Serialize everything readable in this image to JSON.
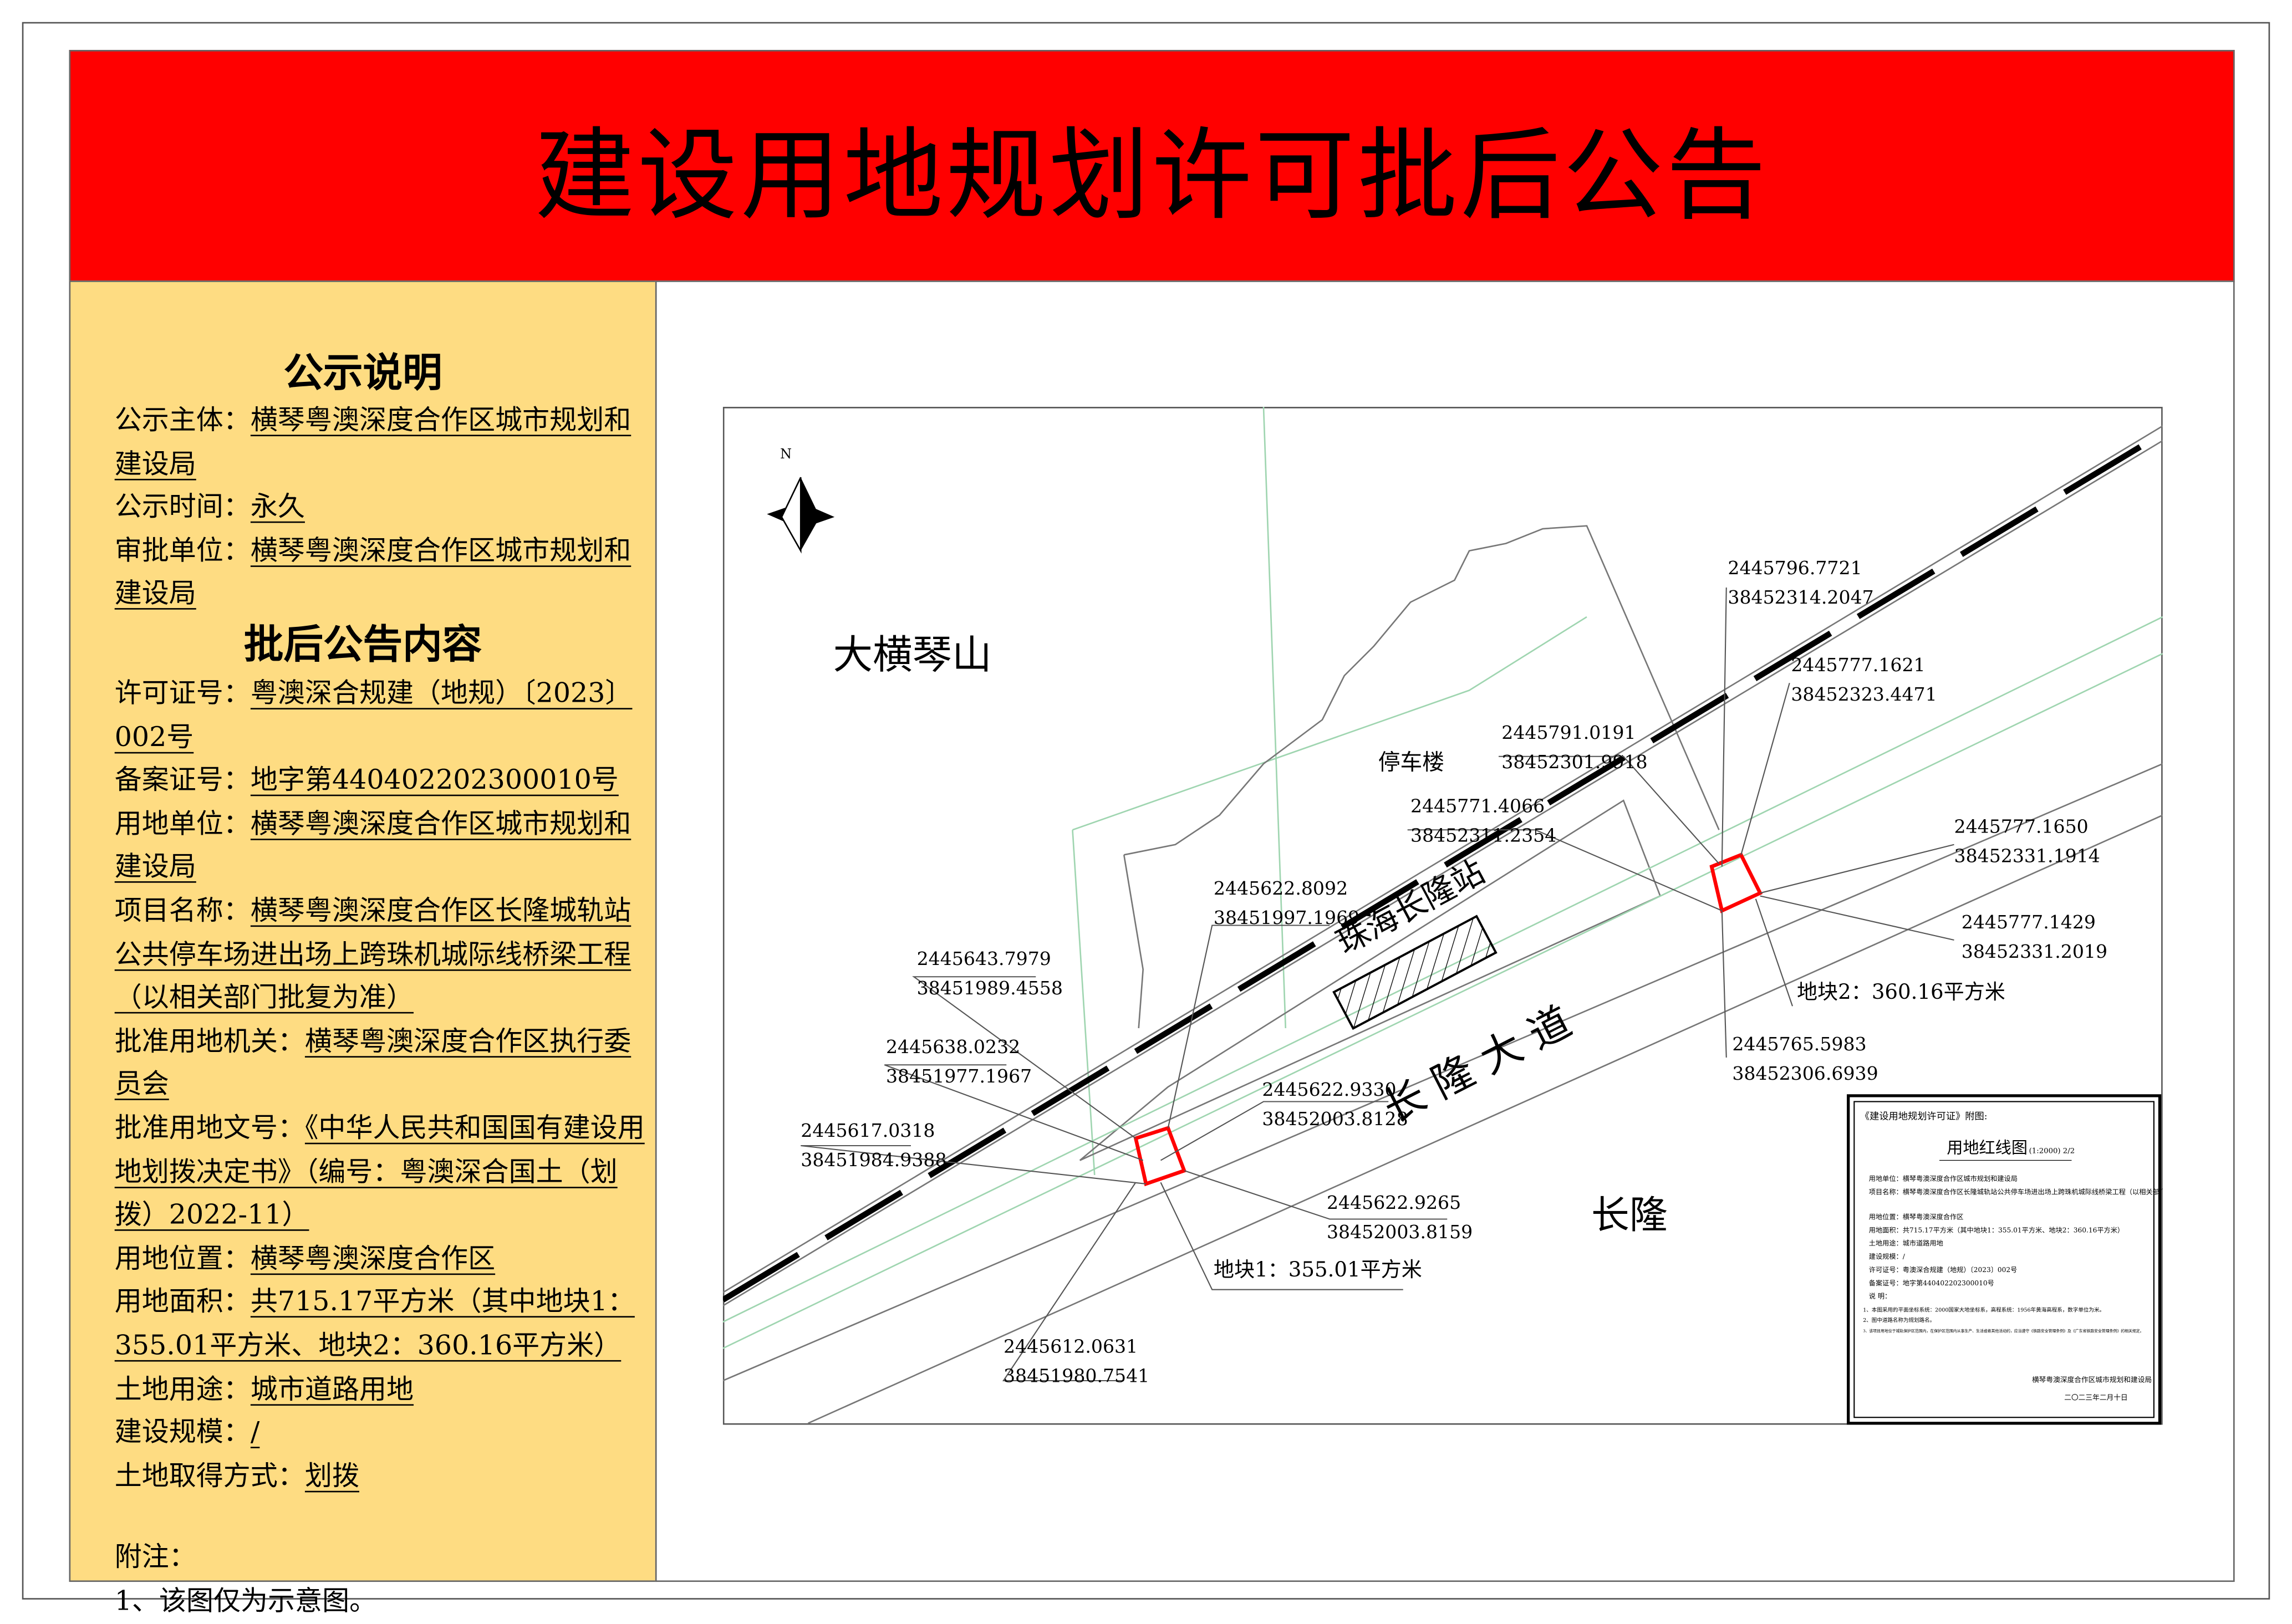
{
  "title": "建设用地规划许可批后公告",
  "notice": {
    "heading": "公示说明",
    "rows": [
      {
        "label": "公示主体：",
        "value": "横琴粤澳深度合作区城市规划和建设局"
      },
      {
        "label": "公示时间：",
        "value": "永久"
      },
      {
        "label": "审批单位：",
        "value": "横琴粤澳深度合作区城市规划和建设局"
      }
    ]
  },
  "content": {
    "heading": "批后公告内容",
    "rows": [
      {
        "label": "许可证号：",
        "value": "粤澳深合规建（地规）〔2023〕002号"
      },
      {
        "label": "备案证号：",
        "value": "地字第440402202300010号"
      },
      {
        "label": "用地单位：",
        "value": "横琴粤澳深度合作区城市规划和建设局"
      },
      {
        "label": "项目名称：",
        "value": "横琴粤澳深度合作区长隆城轨站公共停车场进出场上跨珠机城际线桥梁工程（以相关部门批复为准）"
      },
      {
        "label": "批准用地机关：",
        "value": "横琴粤澳深度合作区执行委员会"
      },
      {
        "label": "批准用地文号：",
        "value": "《中华人民共和国国有建设用地划拨决定书》（编号：粤澳深合国土（划拨）2022-11）"
      },
      {
        "label": "用地位置：",
        "value": "横琴粤澳深度合作区"
      },
      {
        "label": "用地面积：",
        "value": "共715.17平方米（其中地块1：355.01平方米、地块2：360.16平方米）"
      },
      {
        "label": "土地用途：",
        "value": "城市道路用地"
      },
      {
        "label": "建设规模：",
        "value": "/"
      },
      {
        "label": "土地取得方式：",
        "value": "划拨"
      }
    ],
    "note_title": "附注：",
    "note": "1、该图仅为示意图。"
  },
  "map": {
    "north": "N",
    "places": {
      "mountain": "大横琴山",
      "parking": "停车楼",
      "station": "珠海长隆站",
      "road": "长 隆 大 道",
      "area": "长隆"
    },
    "parcel1": "地块1：355.01平方米",
    "parcel2": "地块2：360.16平方米",
    "coords": [
      [
        "2445796.7721",
        "38452314.2047"
      ],
      [
        "2445777.1621",
        "38452323.4471"
      ],
      [
        "2445791.0191",
        "38452301.9918"
      ],
      [
        "2445771.4066",
        "38452311.2354"
      ],
      [
        "2445777.1650",
        "38452331.1914"
      ],
      [
        "2445777.1429",
        "38452331.2019"
      ],
      [
        "2445765.5983",
        "38452306.6939"
      ],
      [
        "2445622.8092",
        "38451997.1969"
      ],
      [
        "2445643.7979",
        "38451989.4558"
      ],
      [
        "2445638.0232",
        "38451977.1967"
      ],
      [
        "2445622.9330",
        "38452003.8128"
      ],
      [
        "2445617.0318",
        "38451984.9388"
      ],
      [
        "2445622.9265",
        "38452003.8159"
      ],
      [
        "2445612.0631",
        "38451980.7541"
      ]
    ],
    "colors": {
      "parcel": "#ff0000",
      "green": "#9fd5b0"
    }
  },
  "legend": {
    "caption": "《建设用地规划许可证》附图:",
    "title": "用地红线图",
    "scale": "(1:2000) 2/2",
    "rows": [
      "用地单位：横琴粤澳深度合作区城市规划和建设局",
      "项目名称：横琴粤澳深度合作区长隆城轨站公共停车场进出场上跨珠机城际线桥梁工程（以相关部门批复为准）",
      "用地位置：横琴粤澳深度合作区",
      "用地面积：共715.17平方米（其中地块1：355.01平方米、地块2：360.16平方米）",
      "土地用途：城市道路用地",
      "建设规模：/",
      "许可证号：粤澳深合规建（地规）〔2023〕002号",
      "备案证号：地字第440402202300010号",
      "说    明："
    ],
    "notes": [
      "1、本图采用的平面坐标系统：2000国家大地坐标系，高程系统：1956年黄海高程系，数字单位为米。",
      "2、图中道路名称为规划路名。",
      "3、该项目用地位于城轨保护区范围内，在保护区范围内从事生产、生活或者其他活动的，应当遵守《铁路安全管理条例》及《广东省铁路安全管理条例》的相关规定。"
    ],
    "issuer": "横琴粤澳深度合作区城市规划和建设局",
    "date": "二〇二三年二月十日"
  }
}
